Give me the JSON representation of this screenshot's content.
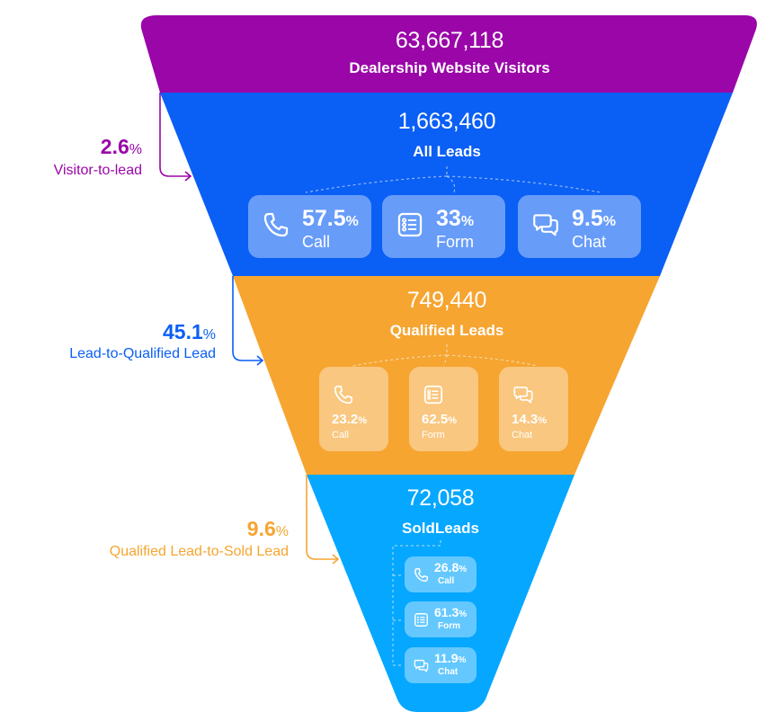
{
  "colors": {
    "visitors": "#9a06a8",
    "leads": "#0a5ff5",
    "qualified": "#f6a531",
    "sold": "#06a7ff",
    "connector_purple": "#9a06a8",
    "connector_blue": "#0a5ff5",
    "connector_orange": "#f6a531"
  },
  "stages": [
    {
      "value": "63,667,118",
      "label": "Dealership Website Visitors"
    },
    {
      "value": "1,663,460",
      "label": "All Leads"
    },
    {
      "value": "749,440",
      "label": "Qualified Leads"
    },
    {
      "value": "72,058",
      "label": "SoldLeads"
    }
  ],
  "leads_breakdown": [
    {
      "icon": "phone-icon",
      "value": "57.5",
      "unit": "%",
      "label": "Call"
    },
    {
      "icon": "form-icon",
      "value": "33",
      "unit": "%",
      "label": "Form"
    },
    {
      "icon": "chat-icon",
      "value": "9.5",
      "unit": "%",
      "label": "Chat"
    }
  ],
  "qualified_breakdown": [
    {
      "icon": "phone-icon",
      "value": "23.2",
      "unit": "%",
      "label": "Call"
    },
    {
      "icon": "form-icon",
      "value": "62.5",
      "unit": "%",
      "label": "Form"
    },
    {
      "icon": "chat-icon",
      "value": "14.3",
      "unit": "%",
      "label": "Chat"
    }
  ],
  "sold_breakdown": [
    {
      "icon": "phone-icon",
      "value": "26.8",
      "unit": "%",
      "label": "Call"
    },
    {
      "icon": "form-icon",
      "value": "61.3",
      "unit": "%",
      "label": "Form"
    },
    {
      "icon": "chat-icon",
      "value": "11.9",
      "unit": "%",
      "label": "Chat"
    }
  ],
  "conversions": [
    {
      "value": "2.6",
      "unit": "%",
      "label": "Visitor-to-lead"
    },
    {
      "value": "45.1",
      "unit": "%",
      "label": "Lead-to-Qualified Lead"
    },
    {
      "value": "9.6",
      "unit": "%",
      "label": "Qualified Lead-to-Sold Lead"
    }
  ]
}
